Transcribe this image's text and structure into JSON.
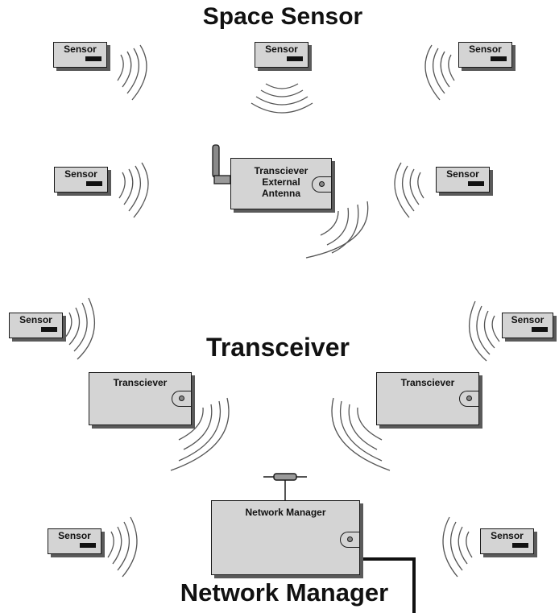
{
  "headings": {
    "space_sensor": "Space Sensor",
    "transceiver": "Transceiver",
    "network_manager": "Network Manager"
  },
  "labels": {
    "sensor": "Sensor",
    "transciever_line1": "Transciever",
    "transciever_line2": "External",
    "transciever_line3": "Antenna",
    "transciever": "Transciever",
    "network_manager": "Network Manager"
  },
  "colors": {
    "device_fill": "#d4d4d4",
    "outline": "#1a1a1a",
    "shadow": "#5a5a5a"
  }
}
